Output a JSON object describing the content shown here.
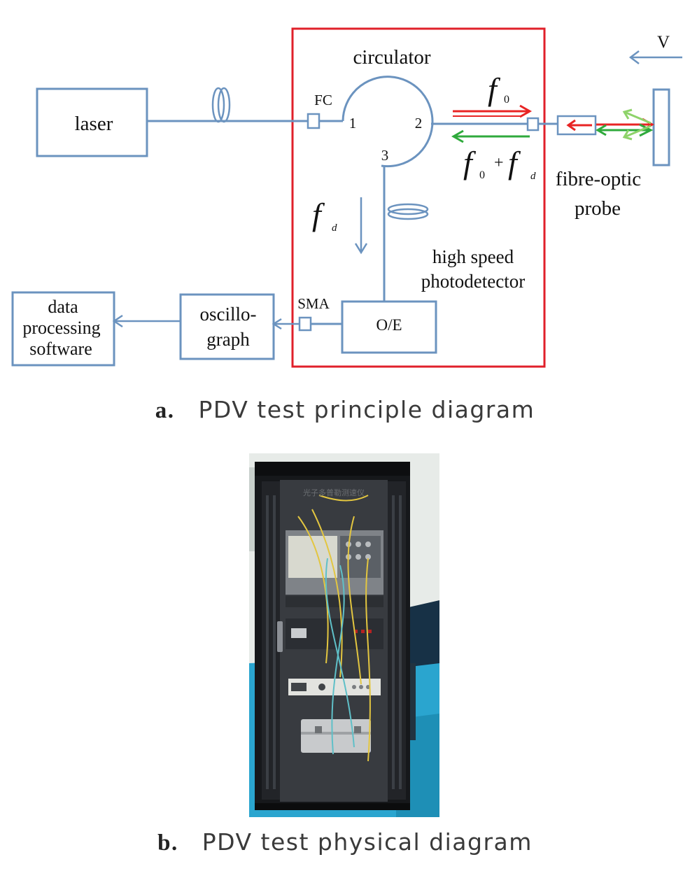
{
  "diagram_a": {
    "laser": "laser",
    "circulator": "circulator",
    "fc": "FC",
    "port1": "1",
    "port2": "2",
    "port3": "3",
    "f0_sym": "f",
    "f0_sub": "0",
    "f0fd_plus": "+",
    "fd_sub": "d",
    "fibre_optic": "fibre-optic",
    "probe": "probe",
    "v": "V",
    "high_speed": "high speed",
    "photodetector": "photodetector",
    "sma": "SMA",
    "oe": "O/E",
    "oscillo": "oscillo-",
    "graph": "graph",
    "dps_line1": "data",
    "dps_line2": "processing",
    "dps_line3": "software"
  },
  "captions": {
    "a_label": "a.",
    "a_text": "PDV test principle diagram",
    "b_label": "b.",
    "b_text": "PDV test physical diagram"
  },
  "colors": {
    "line": "#6b93bf",
    "frame": "#e0202a",
    "arrow_red": "#e82424",
    "arrow_green": "#2faa3c",
    "arrow_lightgreen": "#8ed36a",
    "floor": "#2aa5cf",
    "cabinet": "#16181b"
  },
  "photo": {
    "label_on_cabinet": "光子多普勒测速仪"
  }
}
